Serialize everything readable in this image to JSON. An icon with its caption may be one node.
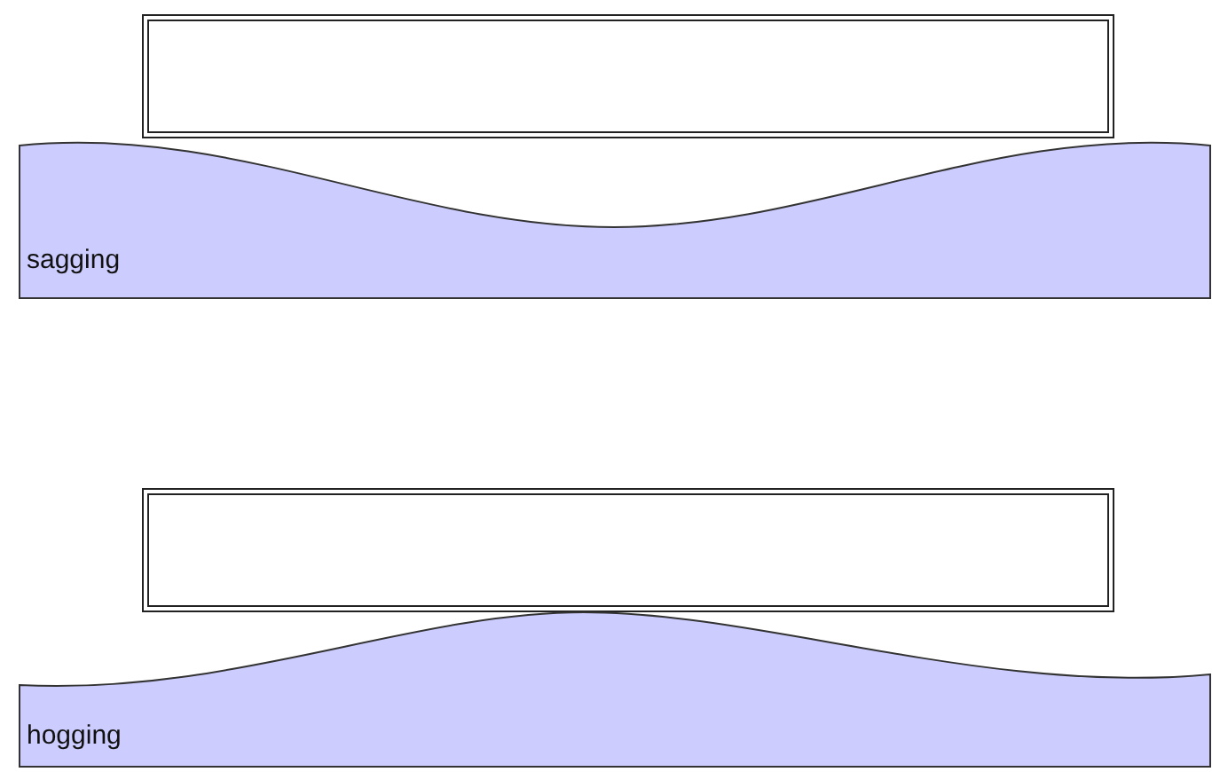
{
  "diagram": {
    "nodes": [
      {
        "text": [],
        "shape": "box"
      },
      {
        "text": [
          "sagging"
        ]
      },
      {
        "text": [],
        "shape": "box"
      },
      {
        "text": [
          "hogging"
        ]
      }
    ]
  }
}
